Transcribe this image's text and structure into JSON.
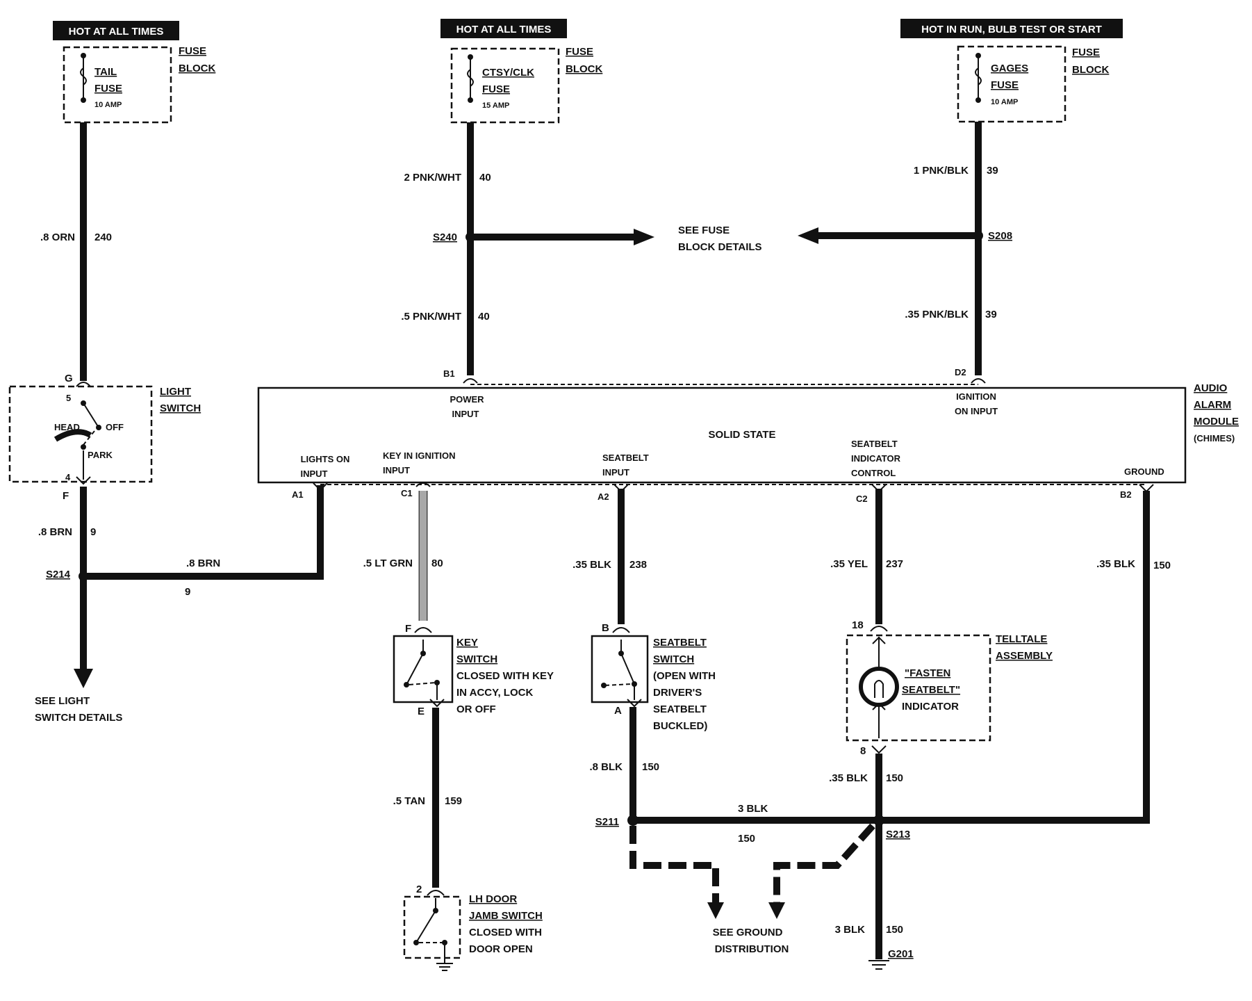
{
  "banners": {
    "tail": "HOT AT ALL TIMES",
    "ctsy": "HOT AT ALL TIMES",
    "gages": "HOT IN RUN, BULB TEST OR START"
  },
  "fuse_block_label": [
    "FUSE",
    "BLOCK"
  ],
  "fuses": {
    "tail": [
      "TAIL",
      "FUSE",
      "10 AMP"
    ],
    "ctsy": [
      "CTSY/CLK",
      "FUSE",
      "15 AMP"
    ],
    "gages": [
      "GAGES",
      "FUSE",
      "10 AMP"
    ]
  },
  "wires": {
    "tail_gauge": ".8 ORN",
    "tail_circuit": "240",
    "ctsy_upper_gauge": "2 PNK/WHT",
    "ctsy_upper_circuit": "40",
    "ctsy_lower_gauge": ".5 PNK/WHT",
    "ctsy_lower_circuit": "40",
    "gages_upper_gauge": "1 PNK/BLK",
    "gages_upper_circuit": "39",
    "gages_lower_gauge": ".35 PNK/BLK",
    "gages_lower_circuit": "39",
    "ls_out_gauge": ".8 BRN",
    "ls_out_circuit": "9",
    "lights_on_gauge": ".8 BRN",
    "lights_on_circuit": "9",
    "key_gauge": ".5 LT GRN",
    "key_circuit": "80",
    "seatbelt_gauge": ".35 BLK",
    "seatbelt_circuit": "238",
    "indicator_gauge": ".35 YEL",
    "indicator_circuit": "237",
    "ground_gauge": ".35 BLK",
    "ground_circuit": "150",
    "jamb_gauge": ".5 TAN",
    "jamb_circuit": "159",
    "sbsw_gnd_gauge": ".8 BLK",
    "sbsw_gnd_circuit": "150",
    "tt_gnd_gauge": ".35 BLK",
    "tt_gnd_circuit": "150",
    "bus_gauge": "3 BLK",
    "bus_circuit": "150",
    "g201_gauge": "3 BLK",
    "g201_circuit": "150"
  },
  "splices": {
    "s240": "S240",
    "s208": "S208",
    "s214": "S214",
    "s211": "S211",
    "s213": "S213",
    "g201": "G201"
  },
  "see_fuse_block": [
    "SEE FUSE",
    "BLOCK DETAILS"
  ],
  "see_light_switch": [
    "SEE LIGHT",
    "SWITCH DETAILS"
  ],
  "see_ground": [
    "SEE GROUND",
    "DISTRIBUTION"
  ],
  "light_switch": {
    "label": [
      "LIGHT",
      "SWITCH"
    ],
    "head": "HEAD",
    "off": "OFF",
    "park": "PARK",
    "pin_g": "G",
    "pin_5": "5",
    "pin_4": "4",
    "pin_f": "F"
  },
  "module": {
    "name": [
      "AUDIO",
      "ALARM",
      "MODULE",
      "(CHIMES)"
    ],
    "center": "SOLID STATE",
    "power_input": [
      "POWER",
      "INPUT"
    ],
    "ignition_input": [
      "IGNITION",
      "ON INPUT"
    ],
    "lights_on_input": [
      "LIGHTS ON",
      "INPUT"
    ],
    "key_in_ignition_input": [
      "KEY IN IGNITION",
      "INPUT"
    ],
    "seatbelt_input": [
      "SEATBELT",
      "INPUT"
    ],
    "seatbelt_indicator_control": [
      "SEATBELT",
      "INDICATOR",
      "CONTROL"
    ],
    "ground": "GROUND",
    "pins": {
      "b1": "B1",
      "d2": "D2",
      "a1": "A1",
      "c1": "C1",
      "a2": "A2",
      "c2": "C2",
      "b2": "B2"
    }
  },
  "key_switch": {
    "label": [
      "KEY",
      "SWITCH"
    ],
    "desc": [
      "CLOSED WITH KEY",
      "IN ACCY, LOCK",
      "OR OFF"
    ],
    "pin_f": "F",
    "pin_e": "E"
  },
  "seatbelt_switch": {
    "label": [
      "SEATBELT",
      "SWITCH"
    ],
    "desc": [
      "(OPEN WITH",
      "DRIVER'S",
      "SEATBELT",
      "BUCKLED)"
    ],
    "pin_b": "B",
    "pin_a": "A"
  },
  "telltale": {
    "label": [
      "TELLTALE",
      "ASSEMBLY"
    ],
    "indicator": [
      "\"FASTEN",
      "SEATBELT\"",
      "INDICATOR"
    ],
    "pin_18": "18",
    "pin_8": "8"
  },
  "door_jamb": {
    "label": [
      "LH DOOR",
      "JAMB SWITCH"
    ],
    "desc": [
      "CLOSED WITH",
      "DOOR OPEN"
    ],
    "pin_2": "2"
  }
}
